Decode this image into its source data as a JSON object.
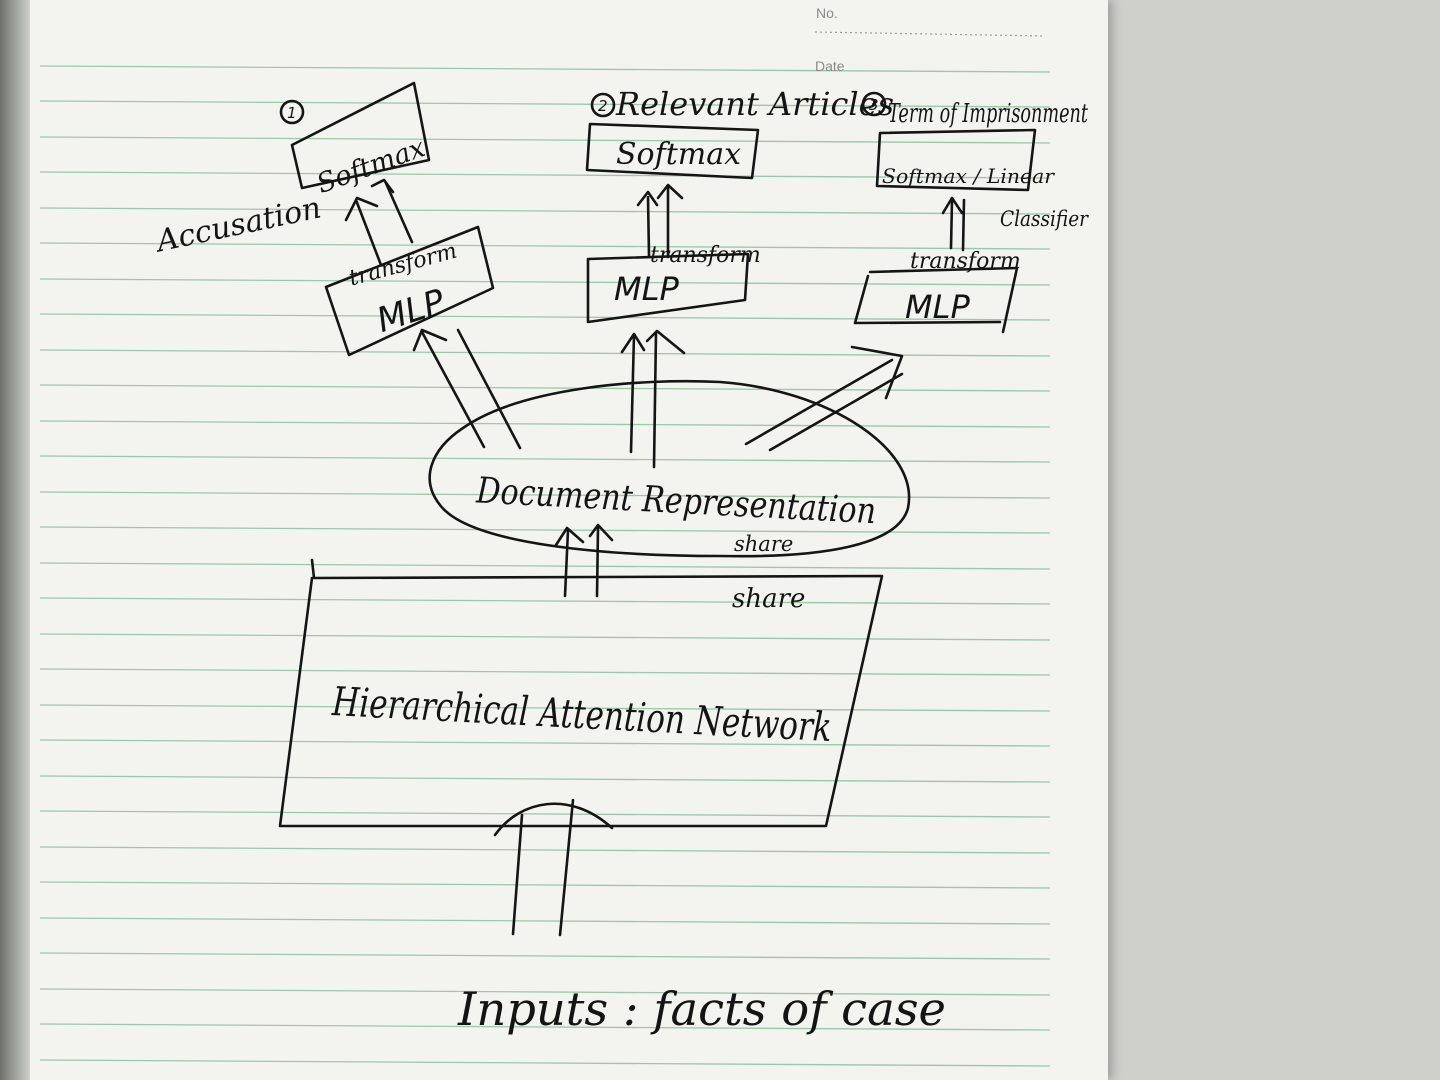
{
  "header": {
    "no_label": "No.",
    "date_label": "Date"
  },
  "heads": {
    "accusation": {
      "number": "1",
      "label": "Accusation",
      "classifier": "Softmax",
      "layer": "MLP",
      "arrow_label": "transform"
    },
    "articles": {
      "number": "2",
      "label": "Relevant Articles",
      "classifier": "Softmax",
      "layer": "MLP",
      "arrow_label": "transform"
    },
    "imprisonment": {
      "number": "3",
      "label": "Term of Imprisonment",
      "classifier": "Softmax / Linear",
      "classifier_note": "Classifier",
      "layer": "MLP",
      "arrow_label": "transform"
    }
  },
  "representation": {
    "label": "Document Representation",
    "share_label": "share"
  },
  "encoder": {
    "label": "Hierarchical Attention Network",
    "share_label": "share"
  },
  "inputs": {
    "label": "Inputs : facts of case"
  },
  "colors": {
    "paper": "#f3f3ef",
    "ruled_line": "#9bc8a8",
    "ink": "#151515",
    "background": "#cfd0cc"
  }
}
